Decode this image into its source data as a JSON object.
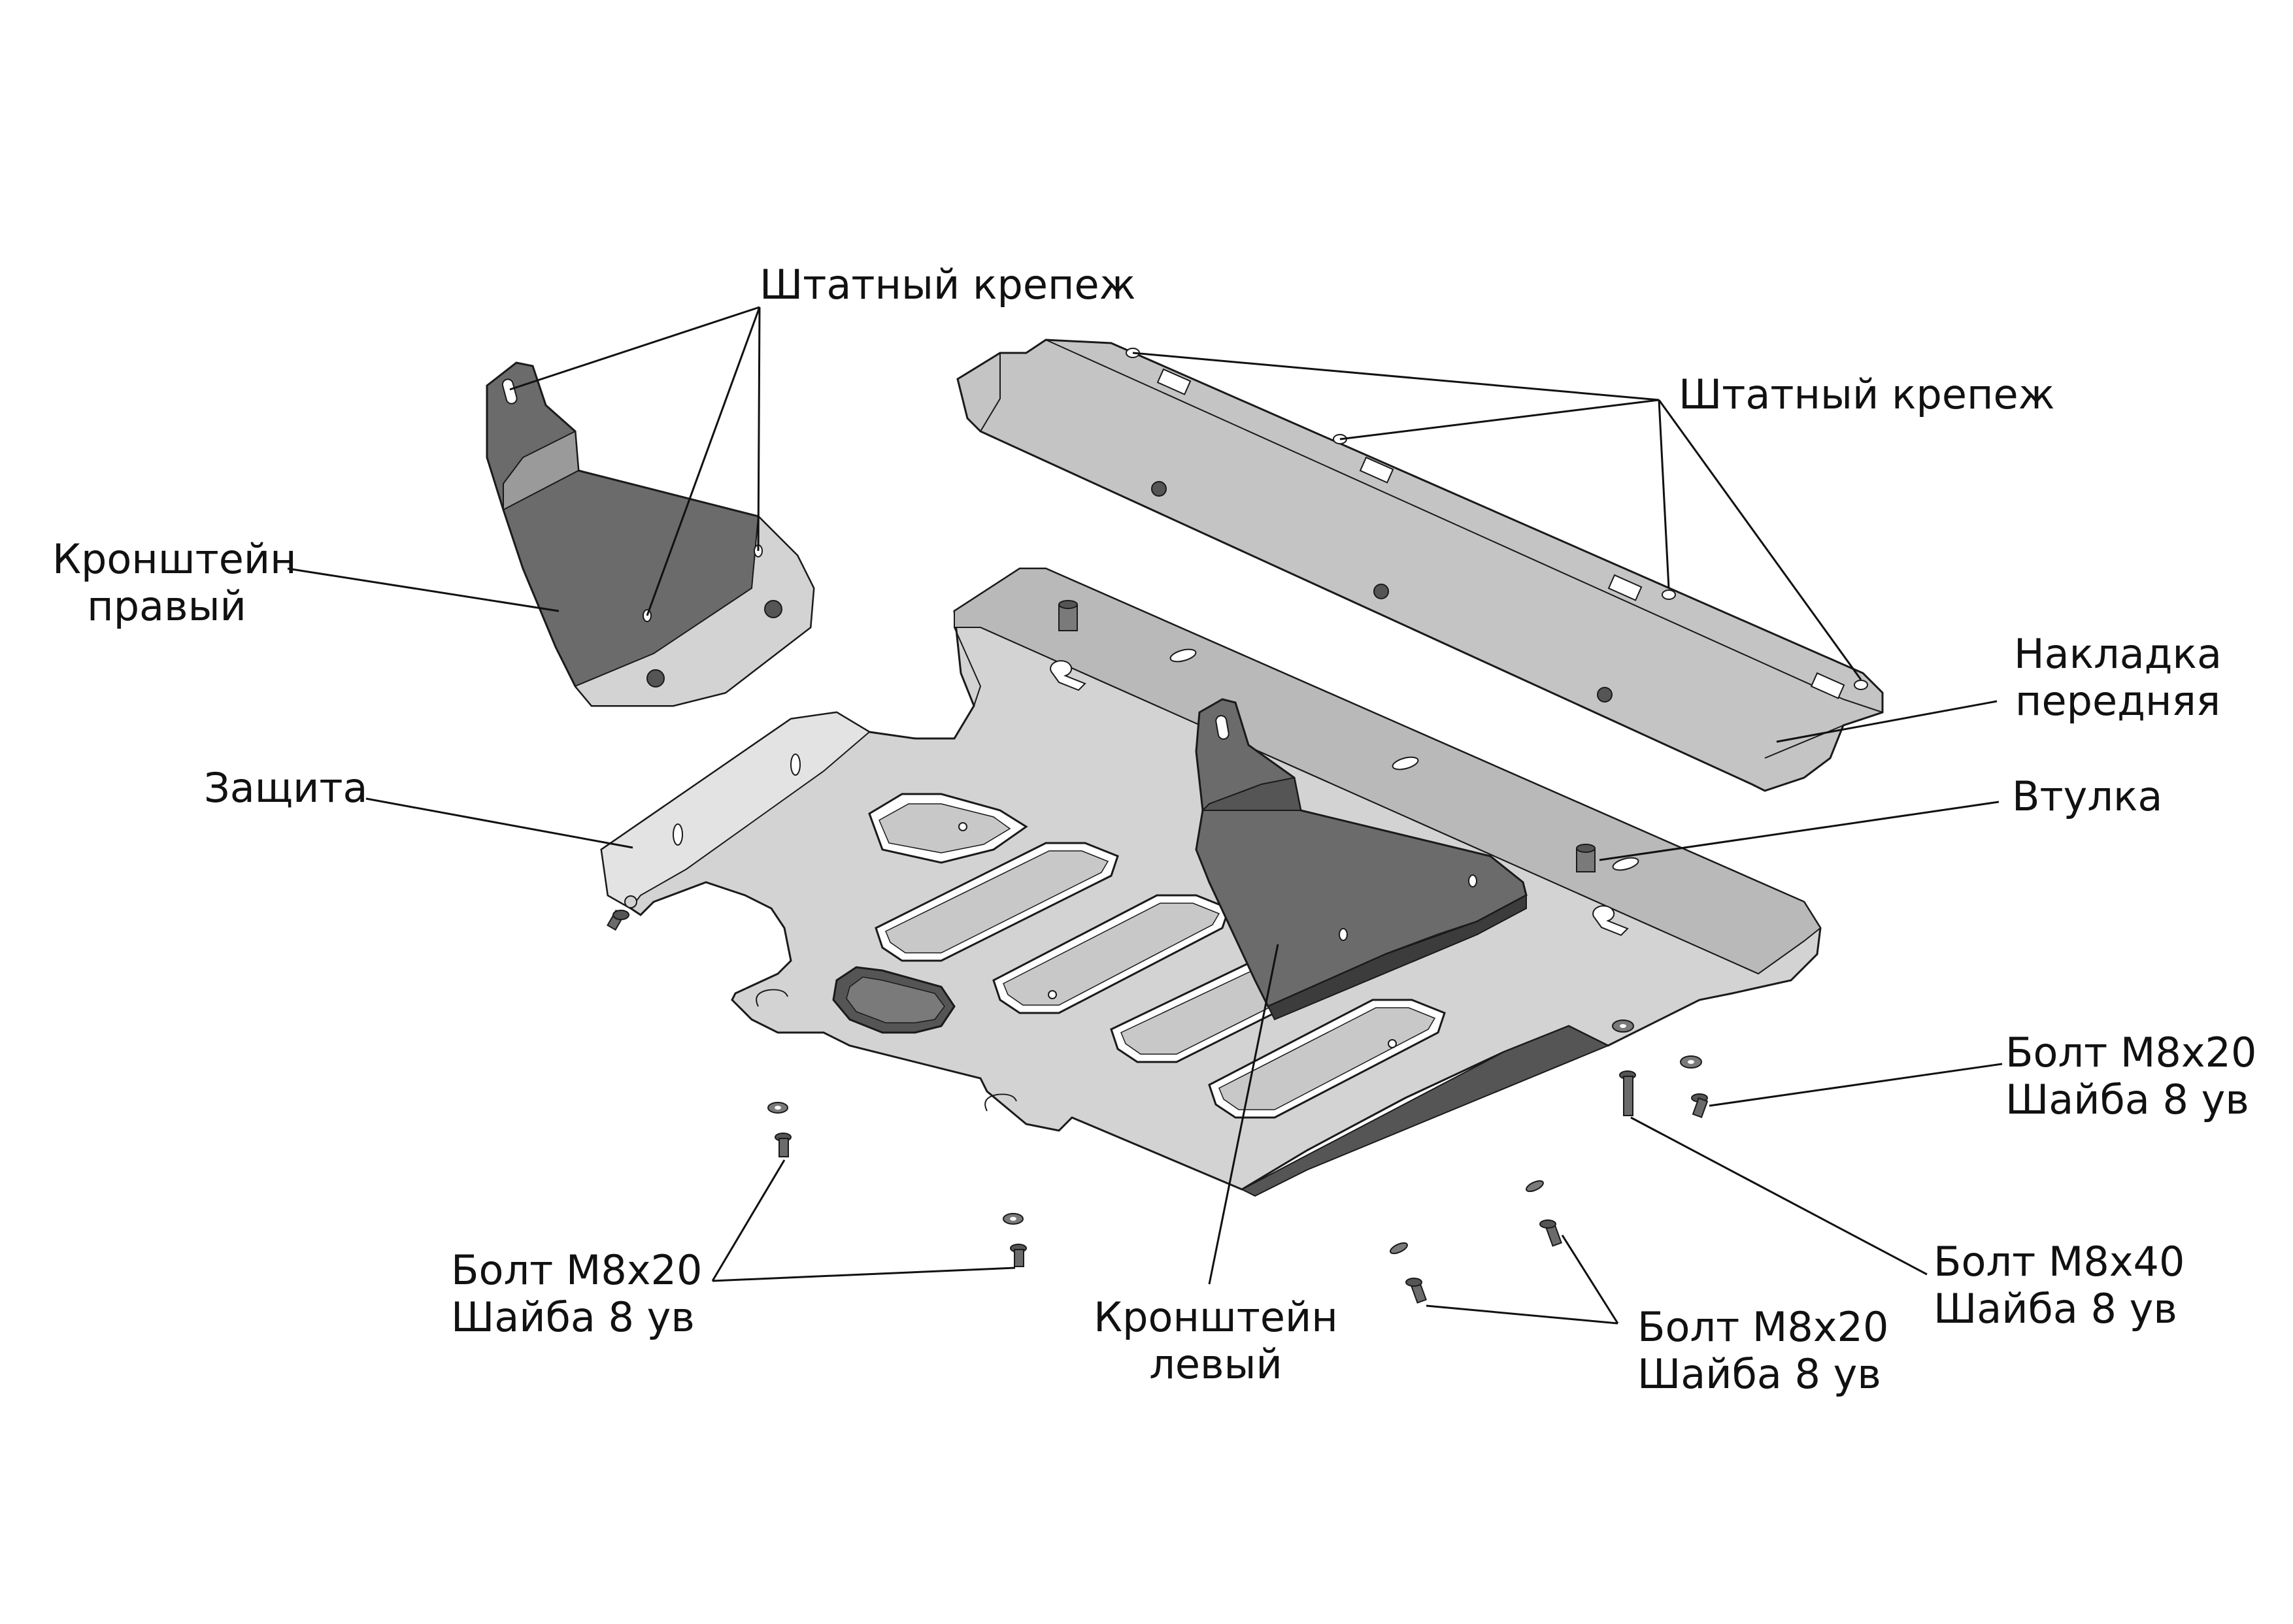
{
  "colors": {
    "background": "#ffffff",
    "plate_light": "#d3d3d3",
    "plate_mid": "#b9b9b9",
    "plate_dark": "#6b6b6b",
    "plate_darker": "#555555",
    "outline": "#1a1a1a",
    "leader": "#111111"
  },
  "labels": {
    "mount_top_left": "Штатный крепеж",
    "mount_top_right": "Штатный крепеж",
    "bracket_right": [
      "Кронштейн",
      "правый"
    ],
    "front_cover": [
      "Накладка",
      "передняя"
    ],
    "protection": "Защита",
    "bushing": "Втулка",
    "bolt_right_upper": [
      "Болт М8х20",
      "Шайба 8 ув"
    ],
    "bolt_right_m8x40": [
      "Болт М8х40",
      "Шайба 8 ув"
    ],
    "bolt_bottom_left": [
      "Болт М8х20",
      "Шайба 8 ув"
    ],
    "bracket_left": [
      "Кронштейн",
      "левый"
    ],
    "bolt_bottom_center": [
      "Болт М8х20",
      "Шайба 8 ув"
    ]
  },
  "icons": {
    "bolt": "bolt-icon",
    "washer": "washer-icon",
    "hole": "mounting-hole-icon"
  }
}
